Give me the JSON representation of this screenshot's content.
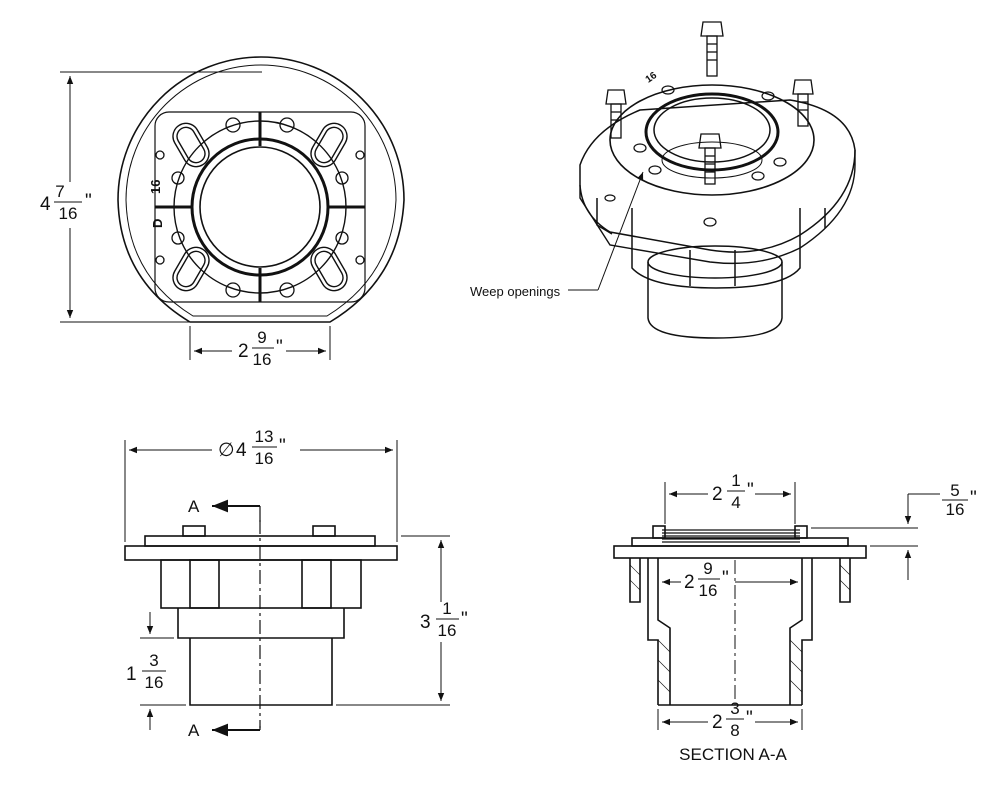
{
  "dimensions": {
    "top_height": {
      "whole": "4",
      "num": "7",
      "den": "16",
      "unit": "\""
    },
    "top_width": {
      "whole": "2",
      "num": "9",
      "den": "16",
      "unit": "\""
    },
    "overall_diameter": {
      "symbol": "∅",
      "whole": "4",
      "num": "13",
      "den": "16",
      "unit": "\""
    },
    "overall_height": {
      "whole": "3",
      "num": "1",
      "den": "16",
      "unit": "\""
    },
    "hub_height": {
      "whole": "1",
      "num": "3",
      "den": "16",
      "unit": ""
    },
    "section_top_width": {
      "whole": "2",
      "num": "1",
      "den": "4",
      "unit": "\""
    },
    "section_inner_width": {
      "whole": "2",
      "num": "9",
      "den": "16",
      "unit": "\""
    },
    "section_bottom_width": {
      "whole": "2",
      "num": "3",
      "den": "8",
      "unit": "\""
    },
    "flange_offset": {
      "whole": "",
      "num": "5",
      "den": "16",
      "unit": "\""
    }
  },
  "labels": {
    "weep_openings": "Weep openings",
    "section_marker_top": "A",
    "section_marker_bottom": "A",
    "section_title": "SECTION A-A",
    "part_mark_top": "16",
    "part_mark_side": "D",
    "iso_mark": "16"
  }
}
